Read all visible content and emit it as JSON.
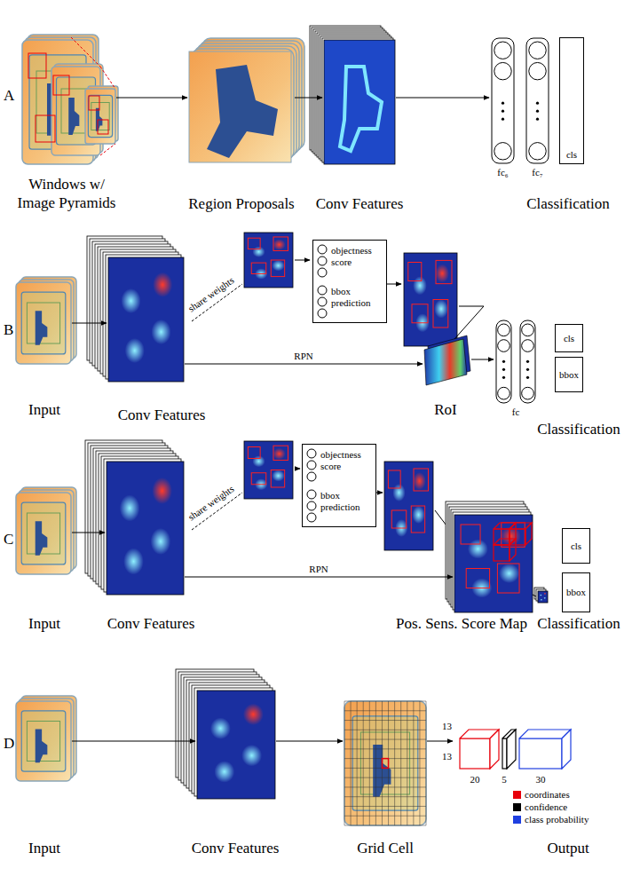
{
  "diagram": {
    "nodes": [
      {
        "text": [
          "Windows w/ Image Pyramids"
        ]
      },
      {
        "text": [
          "Region Proposals"
        ]
      },
      {
        "text": [
          "Conv Features"
        ]
      },
      {
        "text": [
          "fc₆"
        ]
      },
      {
        "text": [
          "fc₇"
        ]
      },
      {
        "text": [
          "cls"
        ]
      },
      {
        "text": [
          "Input"
        ]
      },
      {
        "text": [
          "Conv Features"
        ]
      },
      {
        "text": [
          "objectness score",
          "bbox prediction"
        ]
      },
      {
        "text": [
          "RoI"
        ]
      },
      {
        "text": [
          "fc"
        ]
      },
      {
        "text": [
          "cls"
        ]
      },
      {
        "text": [
          "bbox"
        ]
      },
      {
        "text": [
          "Input"
        ]
      },
      {
        "text": [
          "Conv Features"
        ]
      },
      {
        "text": [
          "objectness score",
          "bbox prediction"
        ]
      },
      {
        "text": [
          "Pos. Sens. Score Map"
        ]
      },
      {
        "text": [
          "cls"
        ]
      },
      {
        "text": [
          "bbox"
        ]
      },
      {
        "text": [
          "Input"
        ]
      },
      {
        "text": [
          "Conv Features"
        ]
      },
      {
        "text": [
          "Grid Cell"
        ]
      },
      {
        "text": [
          "Output"
        ]
      }
    ],
    "edges": [
      {
        "from": 0,
        "to": 1,
        "arrow": "to"
      },
      {
        "from": 1,
        "to": 2,
        "arrow": "to"
      },
      {
        "from": 2,
        "to": 3,
        "arrow": "to"
      },
      {
        "from": 6,
        "to": 7,
        "arrow": "to"
      },
      {
        "from": 7,
        "to": 9,
        "label": "RPN",
        "arrow": "to"
      },
      {
        "from": 9,
        "to": 10,
        "arrow": "to"
      },
      {
        "from": 13,
        "to": 14,
        "arrow": "to"
      },
      {
        "from": 14,
        "to": 16,
        "label": "RPN",
        "arrow": "to"
      },
      {
        "from": 19,
        "to": 20,
        "arrow": "to"
      },
      {
        "from": 20,
        "to": 21,
        "arrow": "to"
      },
      {
        "from": 21,
        "to": 22,
        "arrow": "to"
      }
    ],
    "labels": [
      "A",
      "Classification",
      "B",
      "share weights",
      "Classification",
      "C",
      "share weights",
      "Classification",
      "D",
      "13",
      "13",
      "20",
      "5",
      "30"
    ],
    "legend": [
      {
        "text": "coordinates",
        "color": "#e8000b"
      },
      {
        "text": "confidence",
        "color": "#000000"
      },
      {
        "text": "class probability",
        "color": "#1f3fe0"
      }
    ]
  }
}
